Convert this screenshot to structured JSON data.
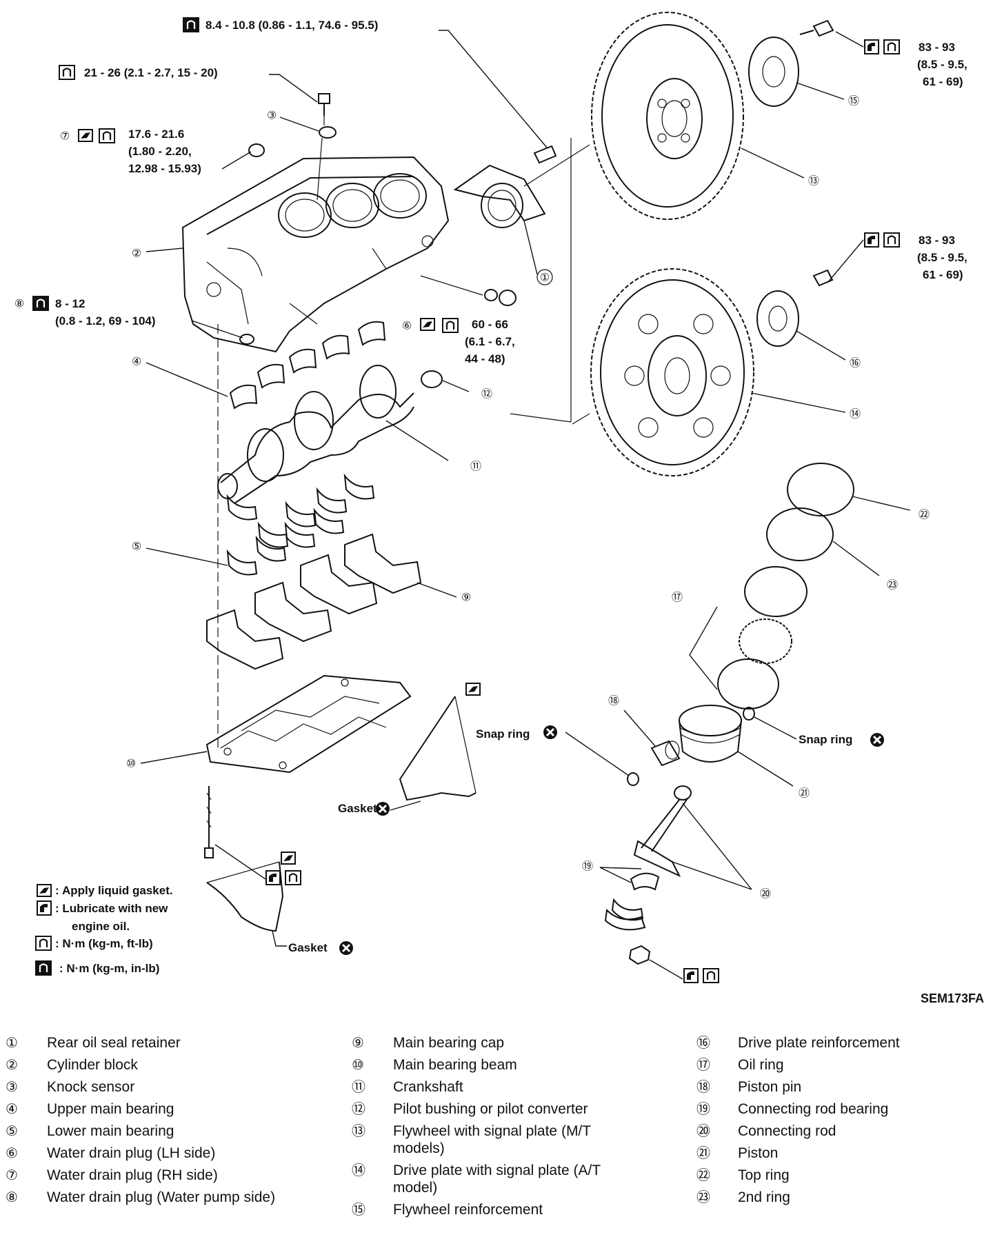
{
  "torque_labels": {
    "top": "8.4 - 10.8 (0.86 - 1.1, 74.6 - 95.5)",
    "knock": "21 - 26 (2.1 - 2.7, 15 - 20)",
    "rh_plug_a": "17.6 - 21.6",
    "rh_plug_b": "(1.80 - 2.20,",
    "rh_plug_c": "12.98 - 15.93)",
    "wp_plug_a": "8 - 12",
    "wp_plug_b": "(0.8 - 1.2, 69 - 104)",
    "lh_plug_a": "60 - 66",
    "lh_plug_b": "(6.1 - 6.7,",
    "lh_plug_c": "44 - 48)",
    "flywheel_a": "83 - 93",
    "flywheel_b": "(8.5 - 9.5,",
    "flywheel_c": "61 - 69)",
    "drive_a": "83 - 93",
    "drive_b": "(8.5 - 9.5,",
    "drive_c": "61 - 69)"
  },
  "callouts": {
    "snap_ring_left": "Snap ring",
    "snap_ring_right": "Snap ring",
    "gasket_mid": "Gasket",
    "gasket_low": "Gasket"
  },
  "legend_symbols": {
    "liquid_gasket": "Apply liquid gasket.",
    "lubricate_a": ": Lubricate with new",
    "lubricate_b": "engine oil.",
    "nm_ftlb": ": N·m (kg-m, ft-lb)",
    "nm_inlb": ": N·m (kg-m, in-lb)"
  },
  "figure_code": "SEM173FA",
  "parts": {
    "col1": [
      {
        "num": "①",
        "name": "Rear oil seal retainer"
      },
      {
        "num": "②",
        "name": "Cylinder block"
      },
      {
        "num": "③",
        "name": "Knock sensor"
      },
      {
        "num": "④",
        "name": "Upper main bearing"
      },
      {
        "num": "⑤",
        "name": "Lower main bearing"
      },
      {
        "num": "⑥",
        "name": "Water drain plug (LH side)"
      },
      {
        "num": "⑦",
        "name": "Water drain plug (RH side)"
      },
      {
        "num": "⑧",
        "name": "Water drain plug (Water pump side)"
      }
    ],
    "col2": [
      {
        "num": "⑨",
        "name": "Main bearing cap"
      },
      {
        "num": "⑩",
        "name": "Main bearing beam"
      },
      {
        "num": "⑪",
        "name": "Crankshaft"
      },
      {
        "num": "⑫",
        "name": "Pilot bushing or pilot converter"
      },
      {
        "num": "⑬",
        "name": "Flywheel with signal plate (M/T models)"
      },
      {
        "num": "⑭",
        "name": "Drive plate with signal plate (A/T model)"
      },
      {
        "num": "⑮",
        "name": "Flywheel reinforcement"
      }
    ],
    "col3": [
      {
        "num": "⑯",
        "name": "Drive plate reinforcement"
      },
      {
        "num": "⑰",
        "name": "Oil ring"
      },
      {
        "num": "⑱",
        "name": "Piston pin"
      },
      {
        "num": "⑲",
        "name": "Connecting rod bearing"
      },
      {
        "num": "⑳",
        "name": "Connecting rod"
      },
      {
        "num": "㉑",
        "name": "Piston"
      },
      {
        "num": "㉒",
        "name": "Top ring"
      },
      {
        "num": "㉓",
        "name": "2nd ring"
      }
    ]
  },
  "diagram_numbers": {
    "n1": "①",
    "n2": "②",
    "n3": "③",
    "n4": "④",
    "n5": "⑤",
    "n6": "⑥",
    "n7": "⑦",
    "n8": "⑧",
    "n9": "⑨",
    "n10": "⑩",
    "n11": "⑪",
    "n12": "⑫",
    "n13": "⑬",
    "n14": "⑭",
    "n15": "⑮",
    "n16": "⑯",
    "n17": "⑰",
    "n18": "⑱",
    "n19": "⑲",
    "n20": "⑳",
    "n21": "㉑",
    "n22": "㉒",
    "n23": "㉓"
  }
}
